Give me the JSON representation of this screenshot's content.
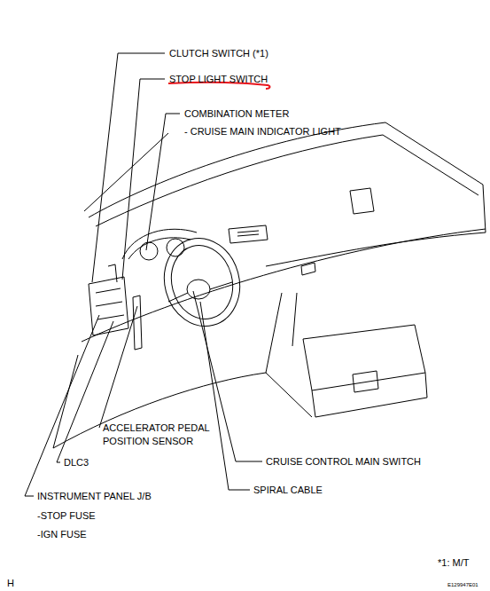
{
  "diagram": {
    "labels": [
      "CLUTCH SWITCH (*1)",
      "STOP LIGHT SWITCH",
      "COMBINATION METER",
      "- CRUISE MAIN INDICATOR LIGHT",
      "ACCELERATOR PEDAL POSITION SENSOR",
      "DLC3",
      "CRUISE CONTROL MAIN SWITCH",
      "INSTRUMENT PANEL J/B",
      "SPIRAL CABLE",
      "-STOP FUSE",
      "-IGN FUSE",
      "*1: M/T",
      "H",
      "E129947E01"
    ]
  }
}
